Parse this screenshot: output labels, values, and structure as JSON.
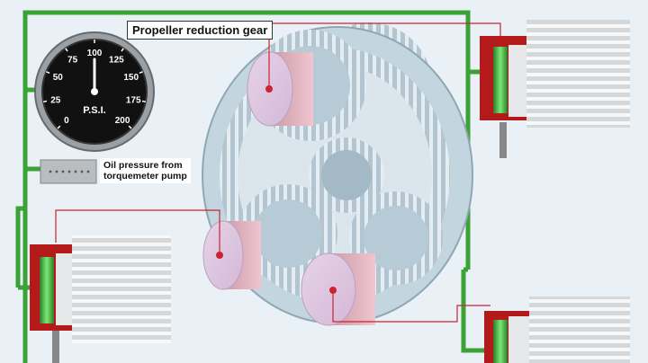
{
  "title": "Propeller reduction gear",
  "gauge": {
    "unit_label": "P.S.I.",
    "ticks": [
      "0",
      "25",
      "50",
      "75",
      "100",
      "125",
      "150",
      "175",
      "200"
    ],
    "value": 100,
    "min": 0,
    "max": 200
  },
  "oil_label": {
    "line1": "Oil pressure from",
    "line2": "torquemeter pump"
  },
  "colors": {
    "pipe": "#3aa236",
    "cylinder_red": "#b51a1a",
    "piston_green": "#5fd45a",
    "gear_blue": "#b7cbd6",
    "callout": "#cc2233"
  }
}
